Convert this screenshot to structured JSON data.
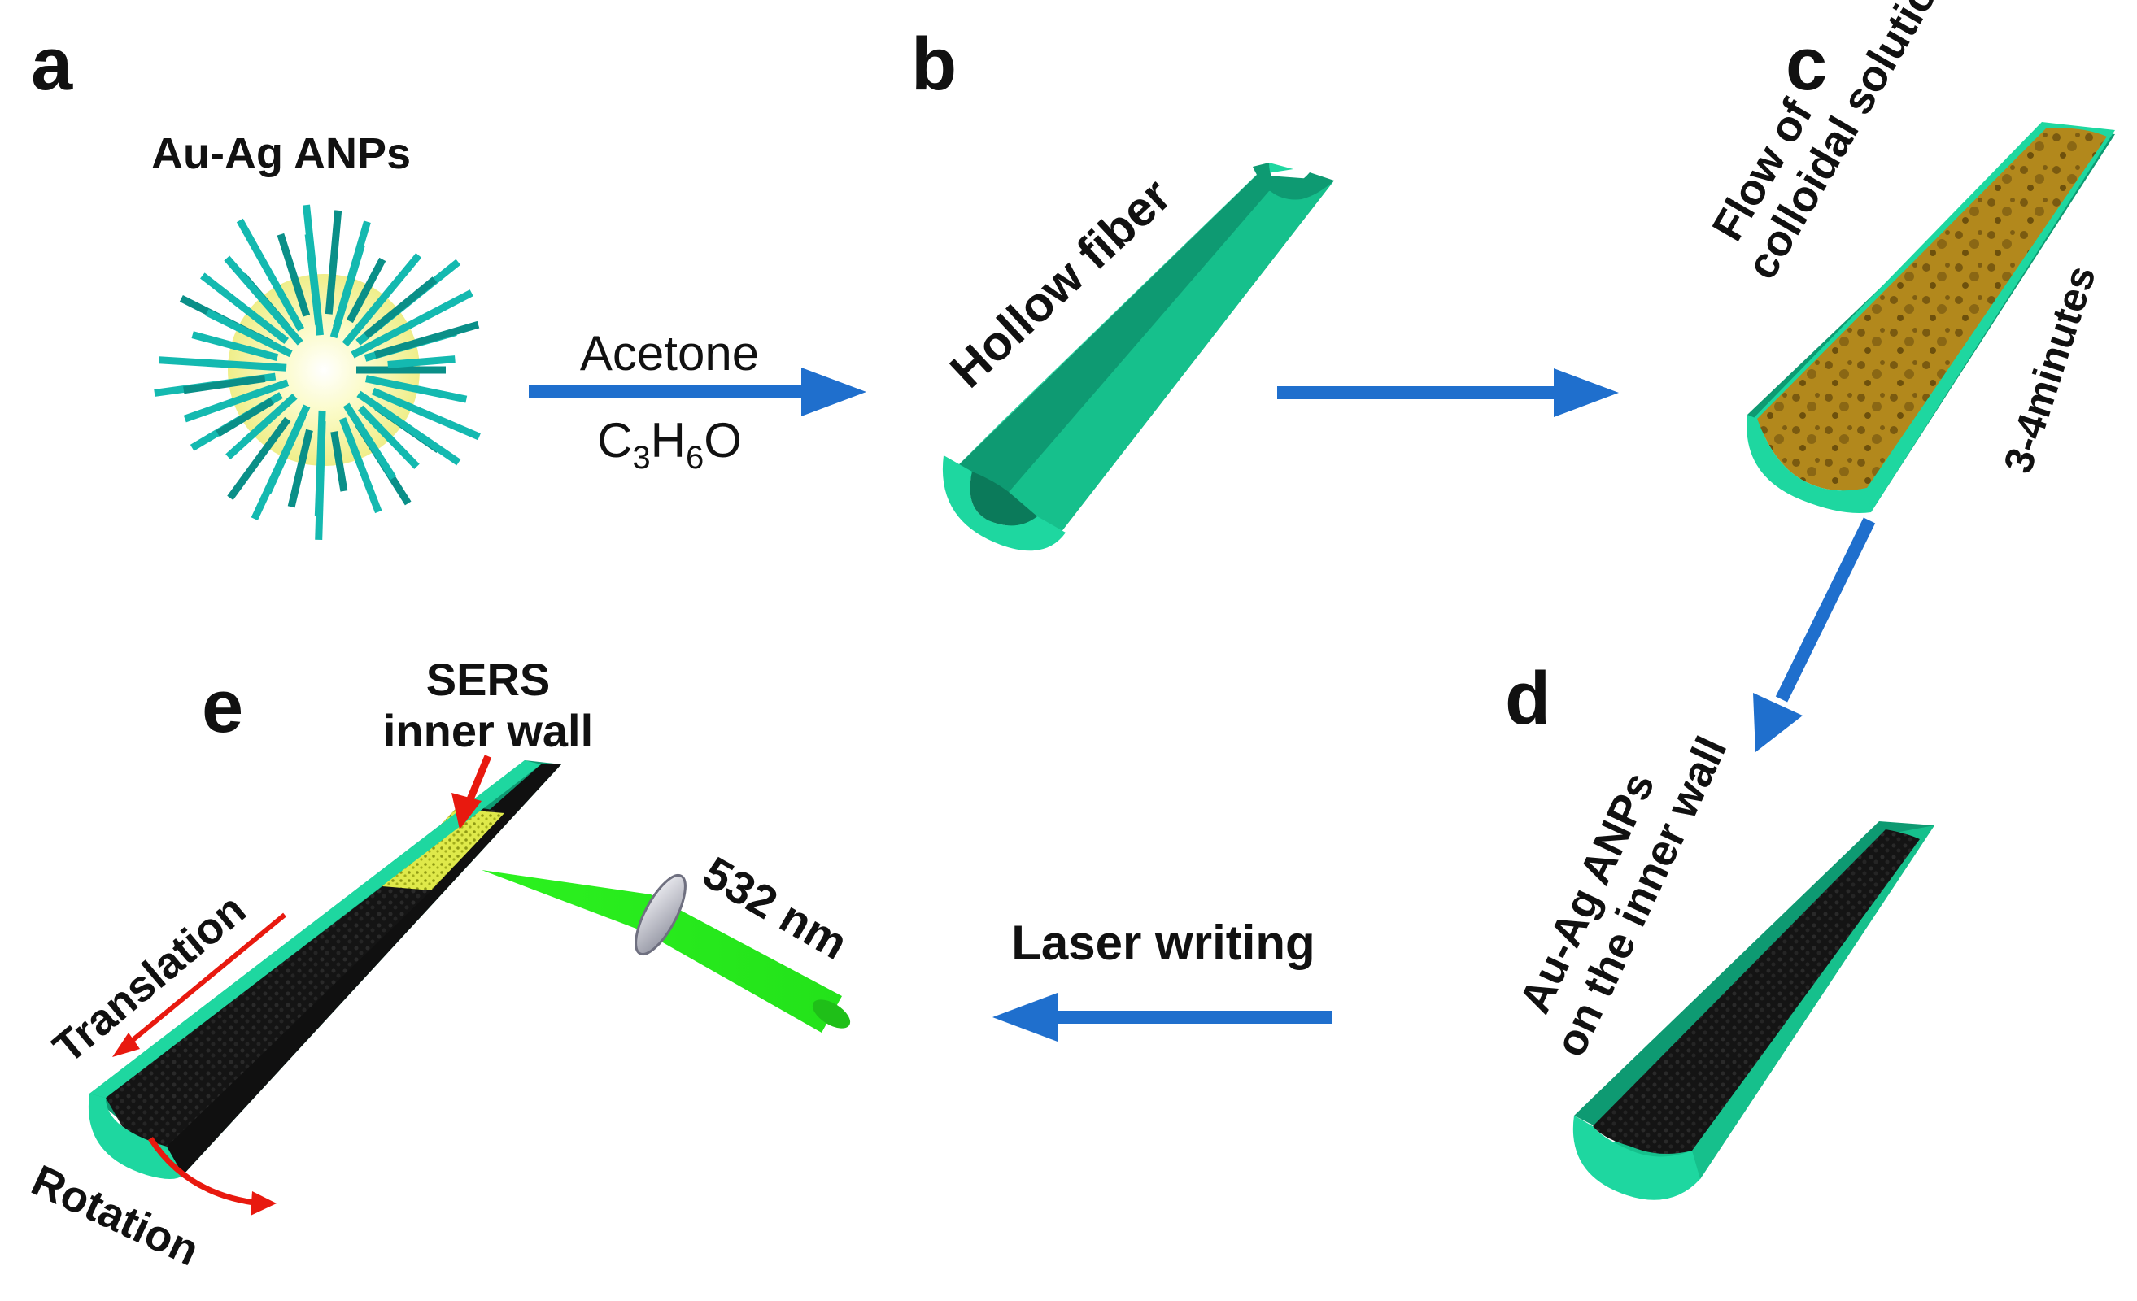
{
  "panels": {
    "a": {
      "letter": "a",
      "title": "Au-Ag ANPs"
    },
    "b": {
      "letter": "b",
      "label": "Hollow fiber"
    },
    "c": {
      "letter": "c",
      "label_line1": "Flow of",
      "label_line2": "colloidal solution",
      "time": "3-4minutes"
    },
    "d": {
      "letter": "d",
      "label_line1": "Au-Ag ANPs",
      "label_line2": "on the inner wall"
    },
    "e": {
      "letter": "e",
      "sers_line1": "SERS",
      "sers_line2": "inner wall",
      "laser": "532 nm",
      "translation": "Translation",
      "rotation": "Rotation"
    }
  },
  "arrows": {
    "a_to_b": {
      "top": "Acetone",
      "bottom_c": "C",
      "sub3": "3",
      "bottom_h": "H",
      "sub6": "6",
      "bottom_o": "O"
    },
    "d_to_e": {
      "label": "Laser writing"
    }
  },
  "colors": {
    "fiber": "#1ed7a0",
    "fiber_dark": "#0e9a72",
    "arrow": "#1f6fcd",
    "red_arrow": "#e8190f",
    "laser": "#2cf21f",
    "colloid": "#b08a1e",
    "anp_coating": "#121212",
    "sers_region": "#e6f04a",
    "spike": "#0fb3ab",
    "core": "#f6f59c"
  }
}
